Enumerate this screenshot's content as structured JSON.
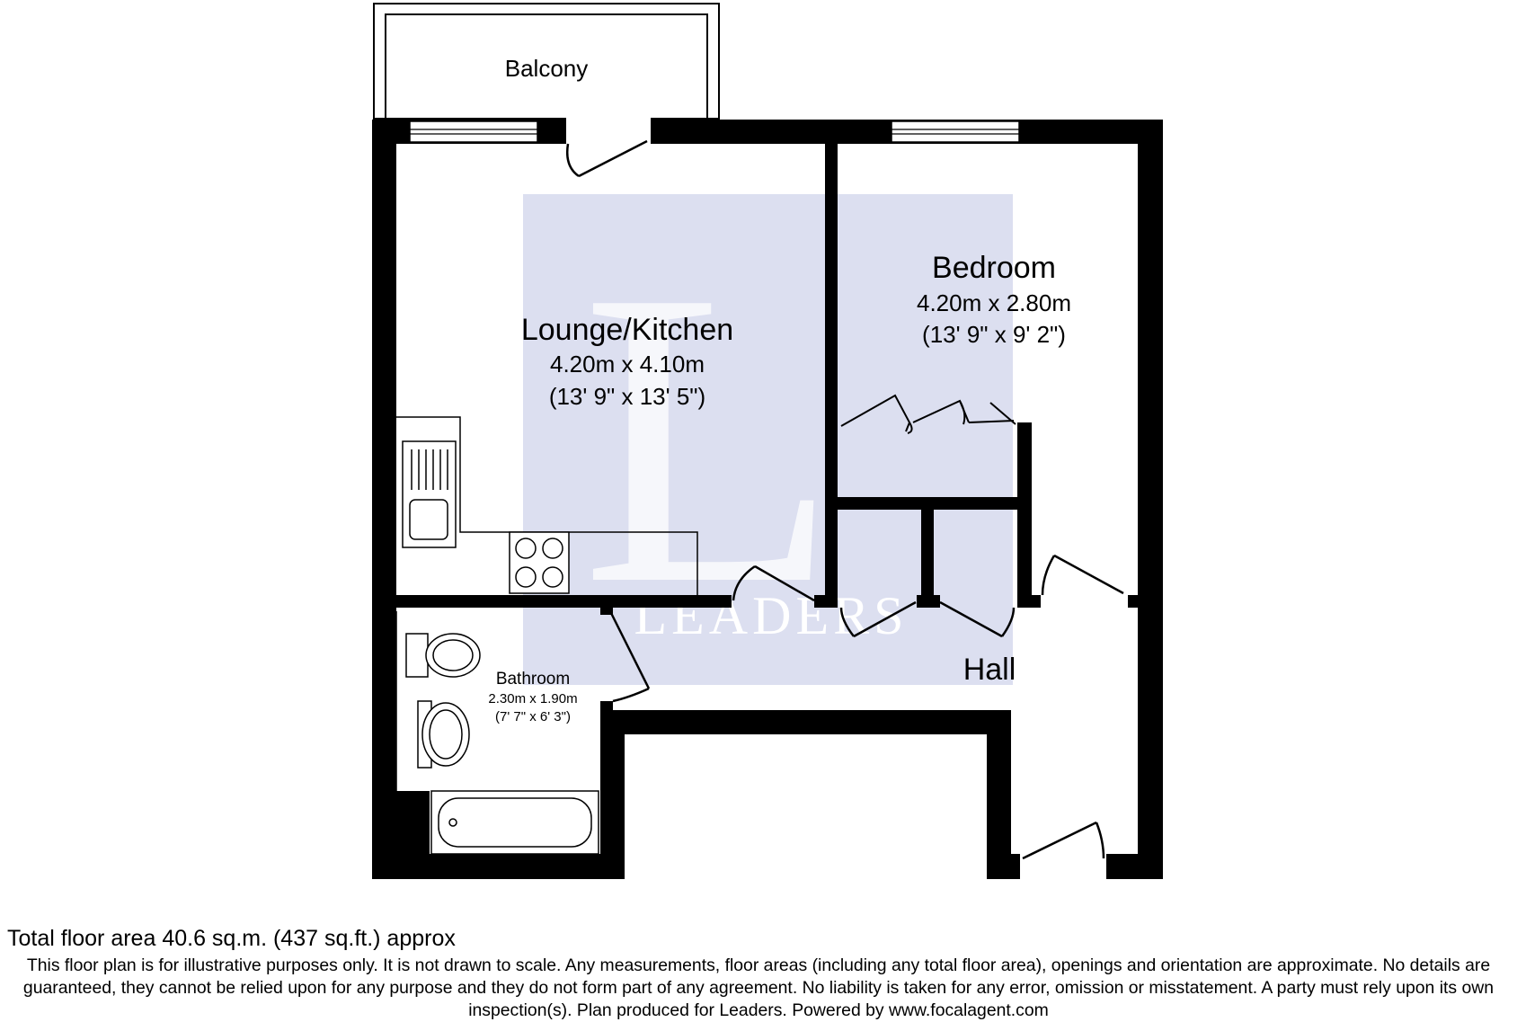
{
  "watermark": {
    "letter": "L",
    "brand": "LEADERS",
    "color": "#dcdff0"
  },
  "rooms": {
    "balcony": {
      "name": "Balcony"
    },
    "lounge_kitchen": {
      "name": "Lounge/Kitchen",
      "size_metric": "4.20m x 4.10m",
      "size_imperial": "(13' 9\" x 13' 5\")"
    },
    "bedroom": {
      "name": "Bedroom",
      "size_metric": "4.20m x 2.80m",
      "size_imperial": "(13' 9\" x 9' 2\")"
    },
    "bathroom": {
      "name": "Bathroom",
      "size_metric": "2.30m x 1.90m",
      "size_imperial": "(7' 7\" x 6' 3\")"
    },
    "hall": {
      "name": "Hall"
    }
  },
  "footer": {
    "total_area": "Total floor area 40.6 sq.m. (437 sq.ft.) approx",
    "disclaimer": "This floor plan is for illustrative purposes only. It is not drawn to scale. Any measurements, floor areas (including any total floor area), openings and orientation are approximate. No details are guaranteed, they cannot be relied upon for any purpose and they do not form part of any agreement. No liability is taken for any error, omission or misstatement. A party must rely upon its own inspection(s). Plan produced for Leaders. Powered by www.focalagent.com"
  }
}
